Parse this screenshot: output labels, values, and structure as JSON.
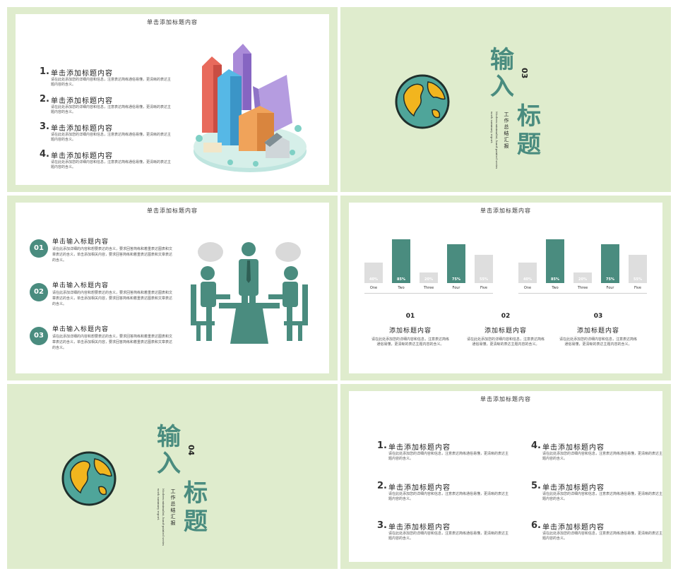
{
  "slide1": {
    "header": "单击添加标题内容",
    "items": [
      {
        "num": "1.",
        "title": "单击添加标题内容",
        "desc": "请在此处添加您的详细内容和信息，注意表达简练通俗易懂，更清晰的表达主题内容的含义。"
      },
      {
        "num": "2.",
        "title": "单击添加标题内容",
        "desc": "请在此处添加您的详细内容和信息，注意表达简练通俗易懂，更清晰的表达主题内容的含义。"
      },
      {
        "num": "3.",
        "title": "单击添加标题内容",
        "desc": "请在此处添加您的详细内容和信息，注意表达简练通俗易懂，更清晰的表达主题内容的含义。"
      },
      {
        "num": "4.",
        "title": "单击添加标题内容",
        "desc": "请在此处添加您的详细内容和信息，注意表达简练通俗易懂，更清晰的表达主题内容的含义。"
      }
    ]
  },
  "slide2": {
    "big1": "输",
    "big2": "入",
    "big3": "标",
    "big4": "题",
    "number": "03",
    "subtitle": "工作总结汇报",
    "en1": "Modern minimalist, hand-painted series",
    "en2": "work summary report."
  },
  "slide3": {
    "header": "单击添加标题内容",
    "items": [
      {
        "num": "01",
        "title": "单击输入标题内容",
        "desc": "请在此添加详细的内容和想要表达的含义，要求回答简练和着重表达图表和文章表达的含义，单击添加相关内容，要求回答简练和着重表达图表和文章表达的含义。"
      },
      {
        "num": "02",
        "title": "单击输入标题内容",
        "desc": "请在此添加详细的内容和想要表达的含义，要求回答简练和着重表达图表和文章表达的含义，单击添加相关内容，要求回答简练和着重表达图表和文章表达的含义。"
      },
      {
        "num": "03",
        "title": "单击输入标题内容",
        "desc": "请在此添加详细的内容和想要表达的含义，要求回答简练和着重表达图表和文章表达的含义，单击添加相关内容，要求回答简练和着重表达图表和文章表达的含义。"
      }
    ]
  },
  "slide4": {
    "header": "单击添加标题内容",
    "charts": [
      {
        "categories": [
          "One",
          "Two",
          "Three",
          "Four",
          "Five"
        ],
        "values": [
          40,
          85,
          20,
          75,
          55
        ],
        "labels": [
          "40%",
          "85%",
          "20%",
          "75%",
          "55%"
        ]
      },
      {
        "categories": [
          "One",
          "Two",
          "Three",
          "Four",
          "Five"
        ],
        "values": [
          40,
          85,
          20,
          75,
          55
        ],
        "labels": [
          "40%",
          "85%",
          "20%",
          "75%",
          "55%"
        ]
      }
    ],
    "columns": [
      {
        "num": "01",
        "title": "添加标题内容",
        "desc": "请在此处添加您的详细内容和信息，注意表达简练通俗易懂，更清晰的表达主题内容的含义。"
      },
      {
        "num": "02",
        "title": "添加标题内容",
        "desc": "请在此处添加您的详细内容和信息，注意表达简练通俗易懂，更清晰的表达主题内容的含义。"
      },
      {
        "num": "03",
        "title": "添加标题内容",
        "desc": "请在此处添加您的详细内容和信息，注意表达简练通俗易懂，更清晰的表达主题内容的含义。"
      }
    ],
    "colors": {
      "accent": "#4a8c7f",
      "muted": "#dedede"
    }
  },
  "slide5": {
    "big1": "输",
    "big2": "入",
    "big3": "标",
    "big4": "题",
    "number": "04",
    "subtitle": "工作总结汇报",
    "en1": "Modern minimalist, hand-painted series",
    "en2": "work summary report."
  },
  "slide6": {
    "header": "单击添加标题内容",
    "items": [
      {
        "num": "1.",
        "title": "单击添加标题内容",
        "desc": "请在此处添加您的详细内容和信息，注意表达简练通俗易懂，更清晰的表达主题内容的含义。"
      },
      {
        "num": "2.",
        "title": "单击添加标题内容",
        "desc": "请在此处添加您的详细内容和信息，注意表达简练通俗易懂，更清晰的表达主题内容的含义。"
      },
      {
        "num": "3.",
        "title": "单击添加标题内容",
        "desc": "请在此处添加您的详细内容和信息，注意表达简练通俗易懂，更清晰的表达主题内容的含义。"
      },
      {
        "num": "4.",
        "title": "单击添加标题内容",
        "desc": "请在此处添加您的详细内容和信息，注意表达简练通俗易懂，更清晰的表达主题内容的含义。"
      },
      {
        "num": "5.",
        "title": "单击添加标题内容",
        "desc": "请在此处添加您的详细内容和信息，注意表达简练通俗易懂，更清晰的表达主题内容的含义。"
      },
      {
        "num": "6.",
        "title": "单击添加标题内容",
        "desc": "请在此处添加您的详细内容和信息，注意表达简练通俗易懂，更清晰的表达主题内容的含义。"
      }
    ]
  },
  "theme": {
    "accent": "#4a8c7f",
    "slide_bg": "#dfeccd"
  }
}
